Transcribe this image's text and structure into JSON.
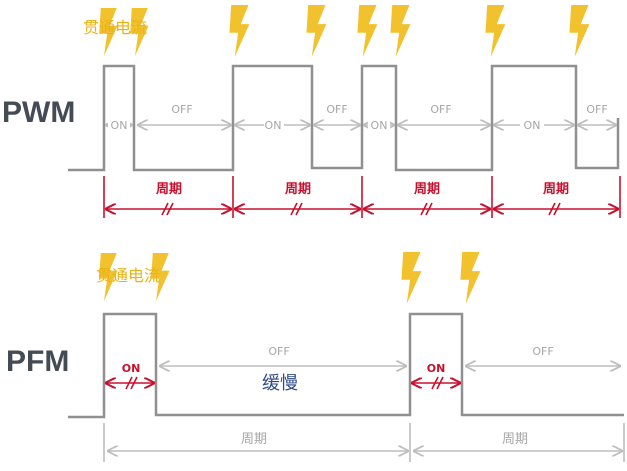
{
  "pwm": {
    "label": "PWM",
    "annotation": "贯通电流",
    "on_label": "ON",
    "off_label": "OFF",
    "period_label": "周期"
  },
  "pfm": {
    "label": "PFM",
    "annotation": "贯通电流",
    "on_label": "ON",
    "off_label": "OFF",
    "slow_label": "缓慢",
    "period_label": "周期"
  },
  "colors": {
    "waveform": "#909090",
    "gray_arrow": "#bdbdbd",
    "red": "#c8102e",
    "lightning": "#f2c12e",
    "label": "#444b55",
    "blue": "#2d4a8a"
  }
}
